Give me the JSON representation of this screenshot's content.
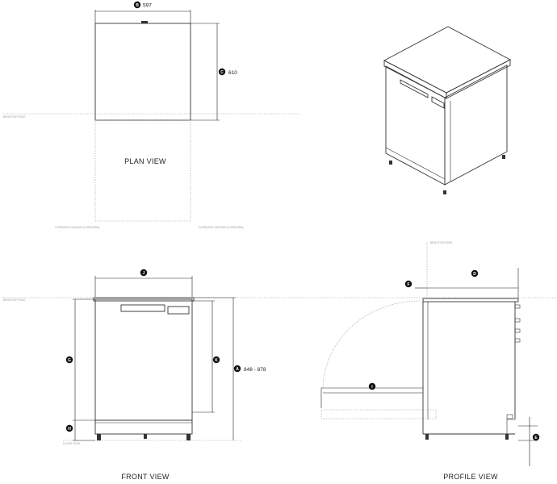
{
  "views": {
    "plan": "PLAN VIEW",
    "front": "FRONT VIEW",
    "profile": "PROFILE VIEW"
  },
  "dimensions": {
    "A": {
      "badge": "A",
      "value": "848 - 878"
    },
    "B": {
      "badge": "B",
      "value": "597"
    },
    "C": {
      "badge": "C",
      "value": "610"
    },
    "D": {
      "badge": "D"
    },
    "E": {
      "badge": "E"
    },
    "F": {
      "badge": "F"
    },
    "G": {
      "badge": "G"
    },
    "H": {
      "badge": "H"
    },
    "I": {
      "badge": "I"
    },
    "J": {
      "badge": "J"
    },
    "K": {
      "badge": "K"
    }
  },
  "notes": {
    "plan_left_bench": "BENCHTOP EDGE",
    "plan_left_cupboard": "CUPBOARD\nCARCASS (CUPBOARD)",
    "plan_right_cupboard": "CUPBOARD\nCARCASS (CUPBOARD)",
    "front_bench": "BENCHTOP EDGE",
    "front_floor": "FLOOR LEVEL",
    "profile_bench": "BENCHTOP EDGE"
  },
  "colors": {
    "line": "#333333",
    "dotted": "#9a9a9a",
    "badge": "#111111"
  }
}
